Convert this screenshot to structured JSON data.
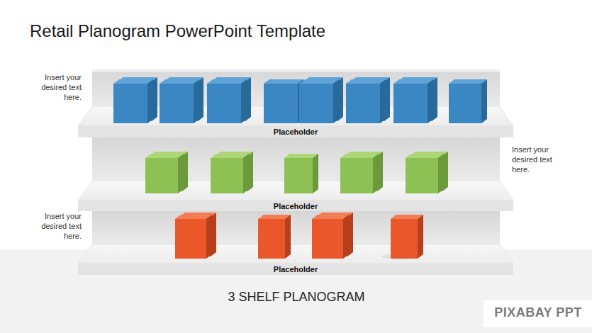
{
  "diagram": {
    "title": "Retail Planogram PowerPoint Template",
    "caption": "3 SHELF PLANOGRAM",
    "nodes": [
      {
        "text": [
          "Placeholder"
        ]
      },
      {
        "text": [
          "Placeholder"
        ]
      },
      {
        "text": [
          "Placeholder"
        ]
      }
    ],
    "labels": [
      "Insert your desired text here.",
      "Insert your desired text here.",
      "Insert your desired text here.",
      "PIXABAY PPT"
    ]
  }
}
